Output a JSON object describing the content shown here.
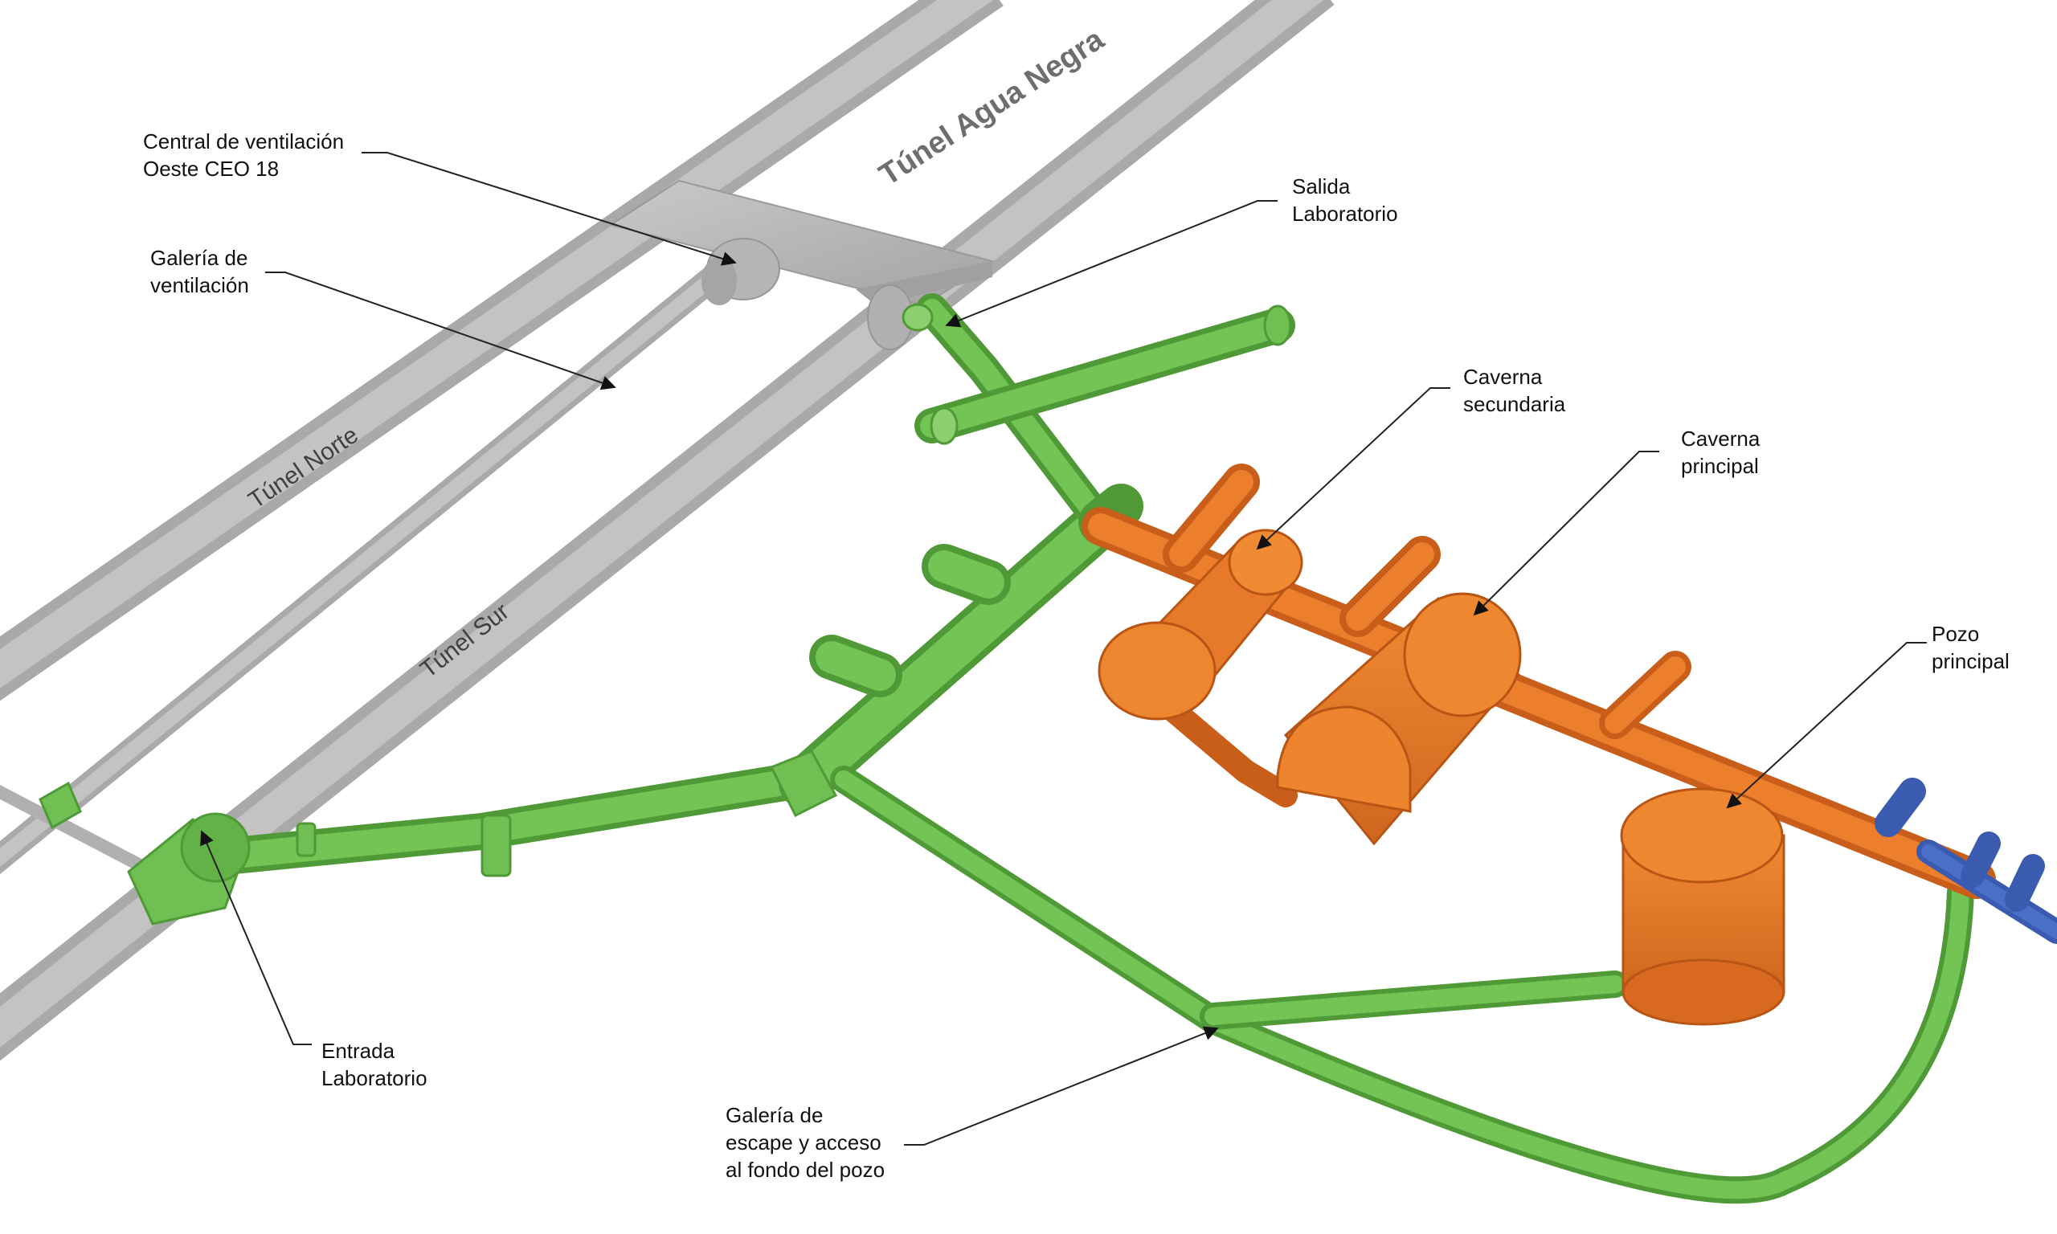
{
  "colors": {
    "existing_tunnels": "#b8b8b8",
    "access_galleries": "#6fbf52",
    "laboratory": "#e3782a",
    "auxiliary": "#4a6fc6"
  },
  "tunnel_labels": {
    "agua_negra": "Túnel Agua Negra",
    "norte": "Túnel Norte",
    "sur": "Túnel Sur"
  },
  "callouts": {
    "central_ventilacion": [
      "Central de ventilación",
      "Oeste CEO 18"
    ],
    "galeria_ventilacion": [
      "Galería de",
      "ventilación"
    ],
    "salida_laboratorio": [
      "Salida",
      "Laboratorio"
    ],
    "caverna_secundaria": [
      "Caverna",
      "secundaria"
    ],
    "caverna_principal": [
      "Caverna",
      "principal"
    ],
    "pozo_principal": [
      "Pozo",
      "principal"
    ],
    "entrada_laboratorio": [
      "Entrada",
      "Laboratorio"
    ],
    "galeria_escape": [
      "Galería de",
      "escape y acceso",
      "al fondo del pozo"
    ]
  }
}
